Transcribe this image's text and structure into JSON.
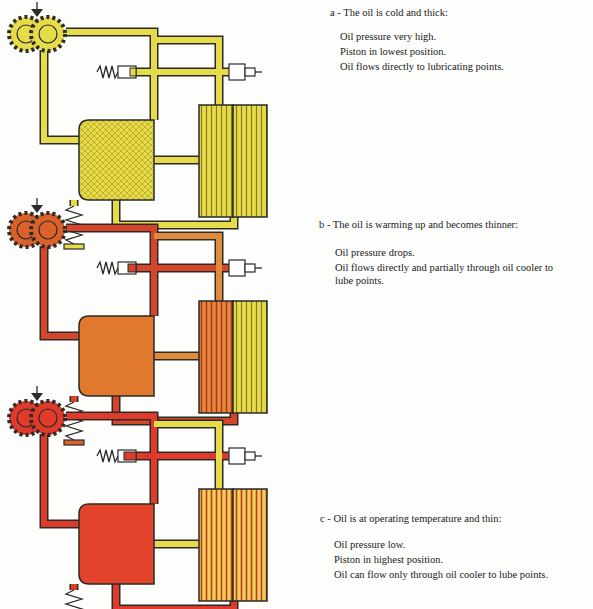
{
  "diagram": {
    "labels": [
      "a - The oil is cold and thick:",
      "Oil pressure very high.",
      "Piston in lowest position.",
      "Oil flows directly to lubricating points.",
      "b - The oil is warming up and becomes thinner:",
      "Oil pressure drops.",
      "Oil flows directly and partially through oil cooler to lube points.",
      "c - Oil is at operating temperature and thin:",
      "Oil pressure low.",
      "Piston in highest position.",
      "Oil can flow only through oil cooler to lube points."
    ]
  }
}
